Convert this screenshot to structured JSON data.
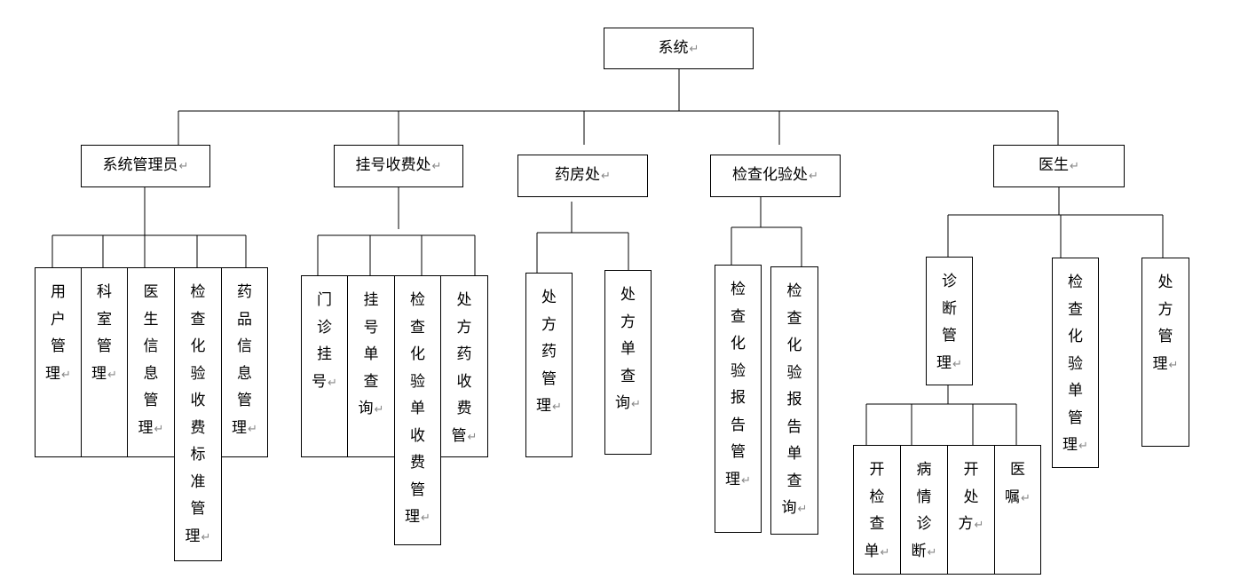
{
  "root": {
    "label": "系统"
  },
  "nodes": {
    "admin": {
      "label": "系统管理员"
    },
    "reg": {
      "label": "挂号收费处"
    },
    "pharm": {
      "label": "药房处"
    },
    "lab": {
      "label": "检查化验处"
    },
    "doctor": {
      "label": "医生"
    }
  },
  "leaves": {
    "user_mgmt": {
      "label": "用户管理"
    },
    "dept_mgmt": {
      "label": "科室管理"
    },
    "doc_info": {
      "label": "医生信息管理"
    },
    "lab_fee": {
      "label": "检查化验收费标准管理"
    },
    "drug_info": {
      "label": "药品信息管理"
    },
    "outpatient": {
      "label": "门诊挂号"
    },
    "reg_query": {
      "label": "挂号单查询"
    },
    "lab_charge": {
      "label": "检查化验单收费管理"
    },
    "rx_charge": {
      "label": "处方药收费管"
    },
    "rx_drug": {
      "label": "处方药管理"
    },
    "rx_query": {
      "label": "处方单查询"
    },
    "lab_report": {
      "label": "检查化验报告管理"
    },
    "lab_report_q": {
      "label": "检查化验报告单查询"
    },
    "diag_mgmt": {
      "label": "诊断管理"
    },
    "lab_order": {
      "label": "检查化验单管理"
    },
    "rx_mgmt": {
      "label": "处方管理"
    },
    "open_exam": {
      "label": "开检查单"
    },
    "diagnosis": {
      "label": "病情诊断"
    },
    "prescribe": {
      "label": "开处方"
    },
    "advice": {
      "label": "医嘱"
    }
  },
  "return_glyph": "↵"
}
